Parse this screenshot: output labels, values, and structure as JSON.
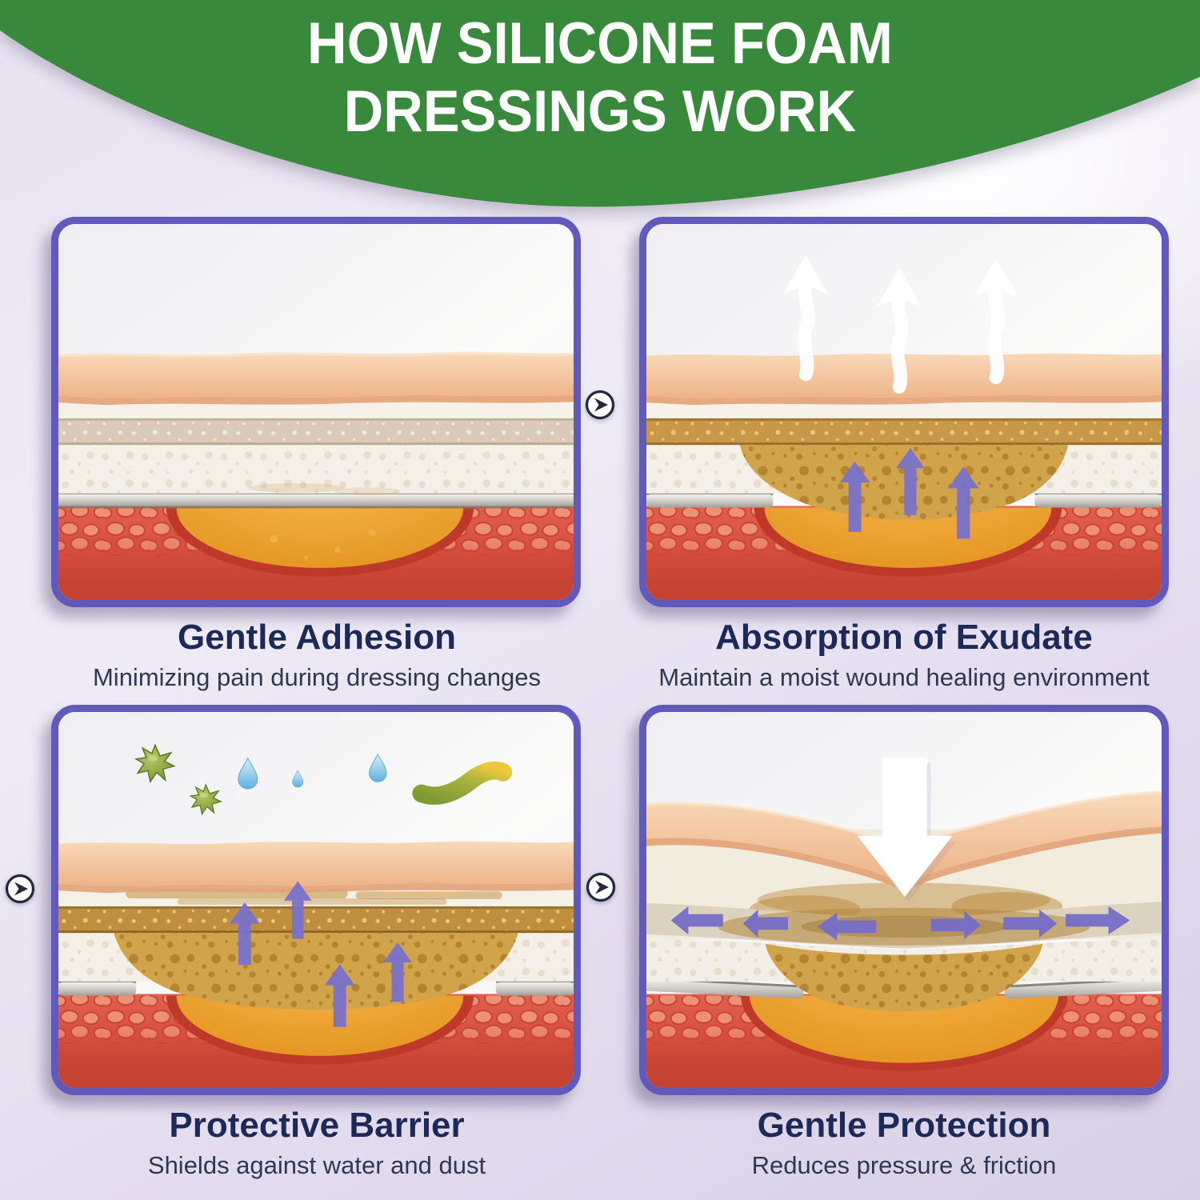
{
  "title": {
    "line1": "HOW SILICONE FOAM",
    "line2": "DRESSINGS WORK"
  },
  "panels": [
    {
      "id": "gentle-adhesion",
      "heading": "Gentle Adhesion",
      "subheading": "Minimizing pain during dressing changes"
    },
    {
      "id": "absorption-of-exudate",
      "heading": "Absorption of Exudate",
      "subheading": "Maintain a moist wound healing environment"
    },
    {
      "id": "protective-barrier",
      "heading": "Protective Barrier",
      "subheading": "Shields against water and dust"
    },
    {
      "id": "gentle-protection",
      "heading": "Gentle Protection",
      "subheading": "Reduces pressure & friction"
    }
  ],
  "icons": {
    "flow_arrow": "circled-right-arrow",
    "evaporation_arrows": "white-wavy-up-arrows",
    "absorption_arrows": "purple-up-arrows",
    "pressure_arrow": "large-white-down-arrow",
    "spread_arrows": "purple-outward-arrows",
    "germ": "green-spiky-microbe",
    "water_drop": "blue-droplet",
    "bacteria": "green-rod-microbe"
  },
  "colors": {
    "banner_green": "#38893b",
    "panel_border": "#6159bc",
    "heading_navy": "#1d2a57",
    "subheading_gray": "#2f3852",
    "arrow_purple": "#7a72cb",
    "skin_peach": "#f3c6a2",
    "wound_orange": "#e89420",
    "tissue_red": "#d44c3c",
    "exudate_amber": "#d1a34b",
    "background_lavender": "#e3dcee",
    "droplet_blue": "#6ab5e4",
    "germ_green": "#6f8a28"
  }
}
